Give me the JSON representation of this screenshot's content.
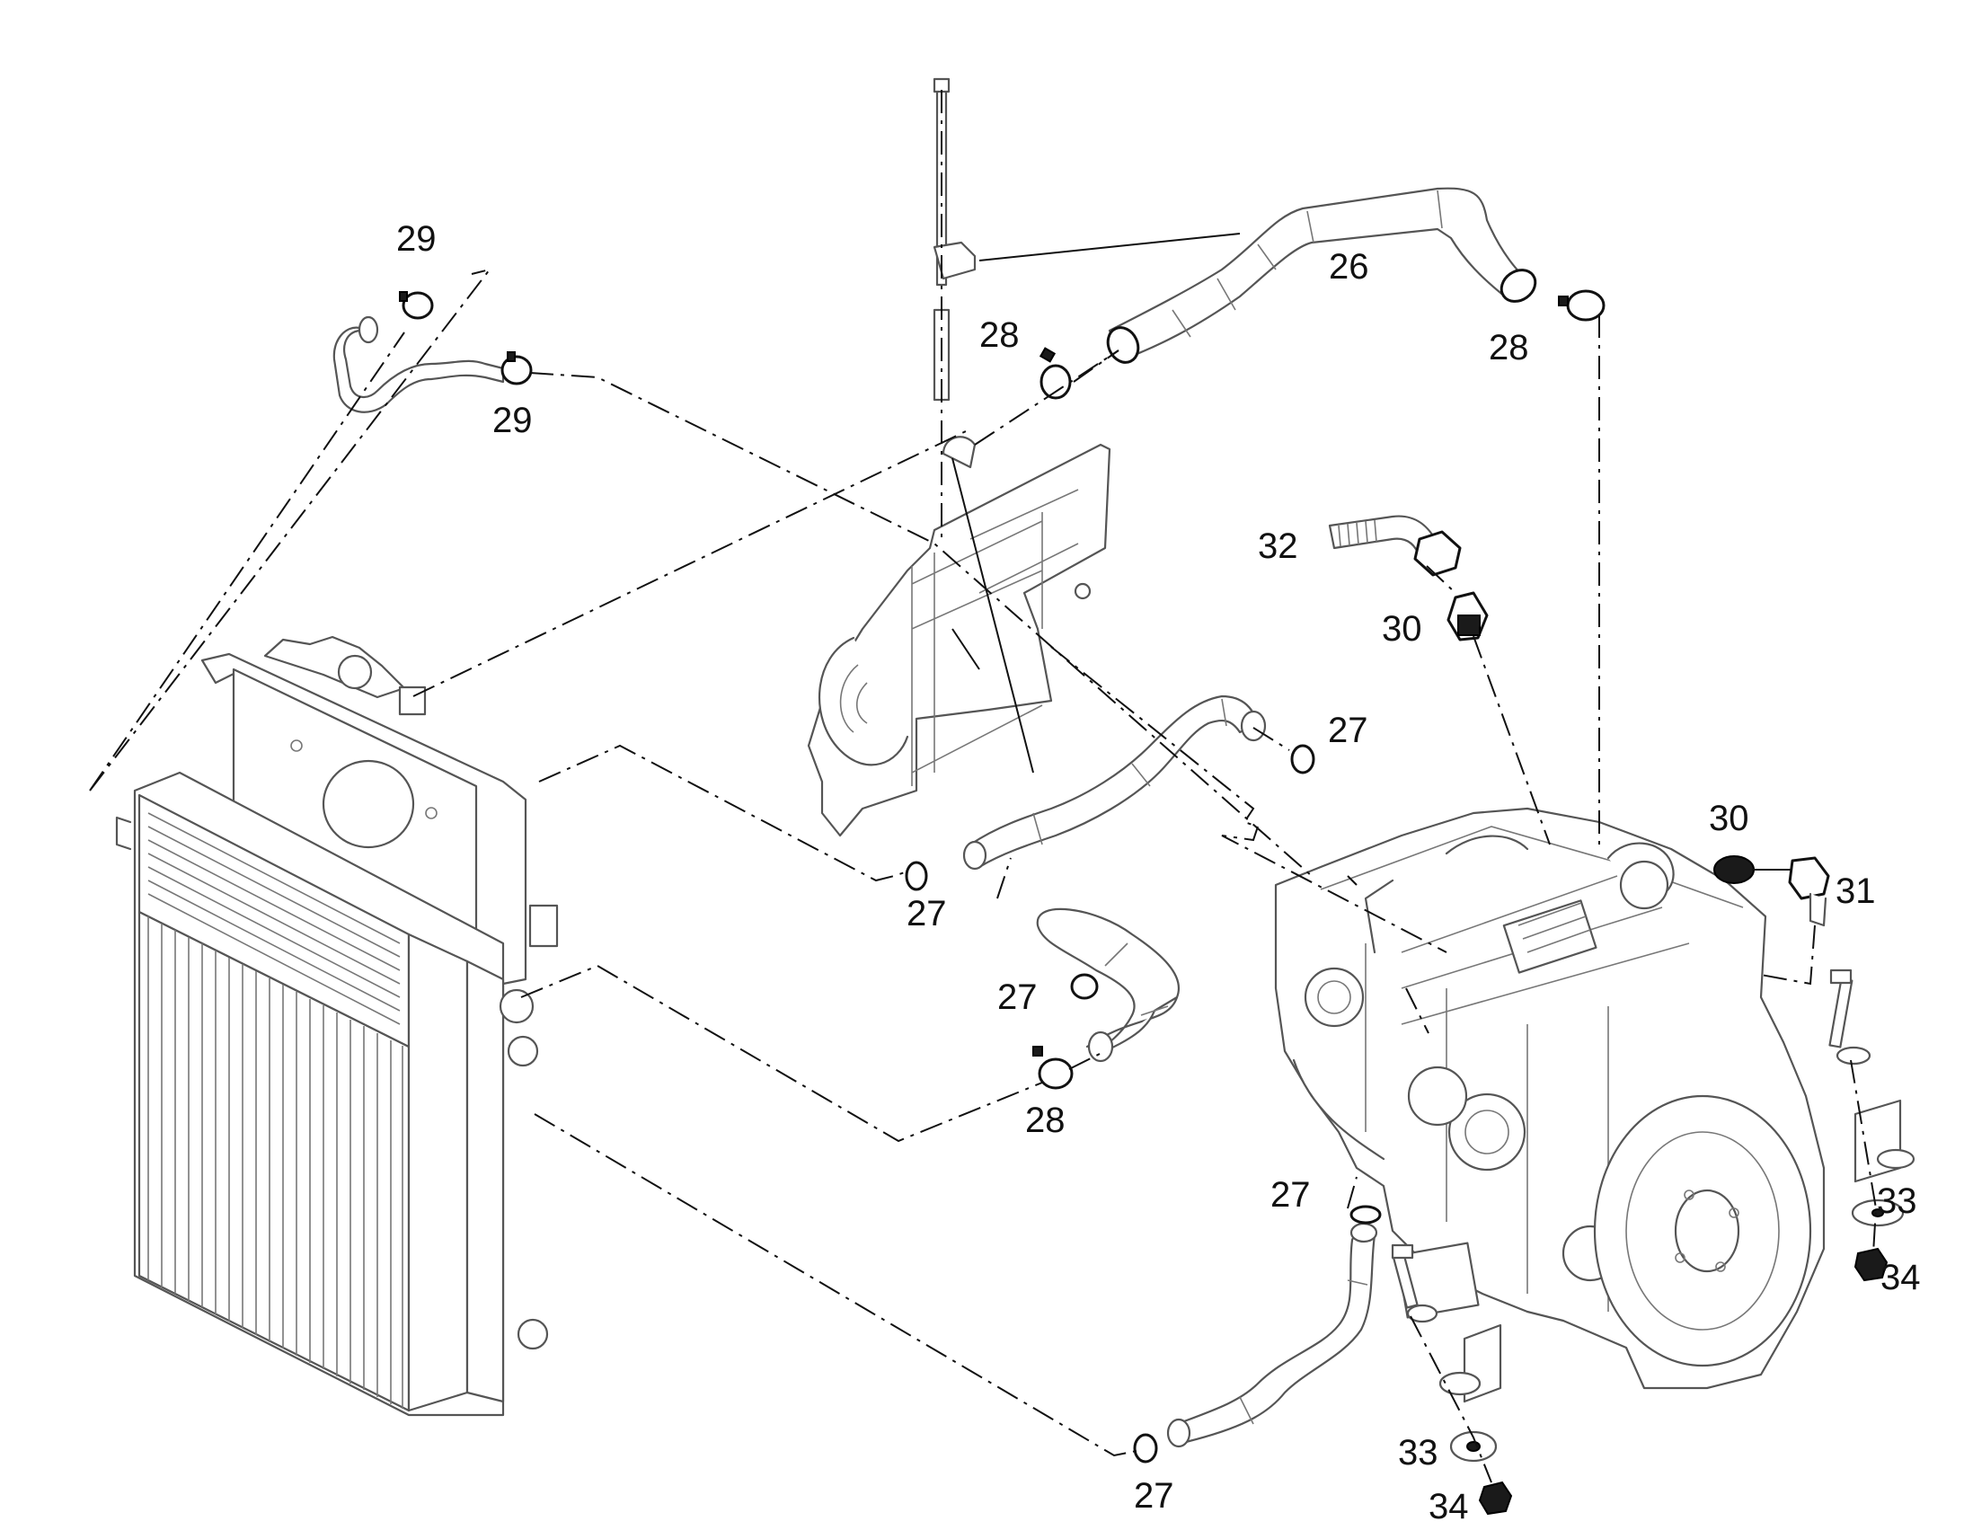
{
  "callouts": {
    "c26": "26",
    "c27a": "27",
    "c27b": "27",
    "c27c": "27",
    "c27d": "27",
    "c27e": "27",
    "c28a": "28",
    "c28b": "28",
    "c28c": "28",
    "c29a": "29",
    "c29b": "29",
    "c30a": "30",
    "c30b": "30",
    "c31": "31",
    "c32": "32",
    "c33a": "33",
    "c33b": "33",
    "c34a": "34",
    "c34b": "34"
  },
  "colors": {
    "line": "#111111",
    "part_outline": "#555555",
    "background": "#ffffff"
  }
}
